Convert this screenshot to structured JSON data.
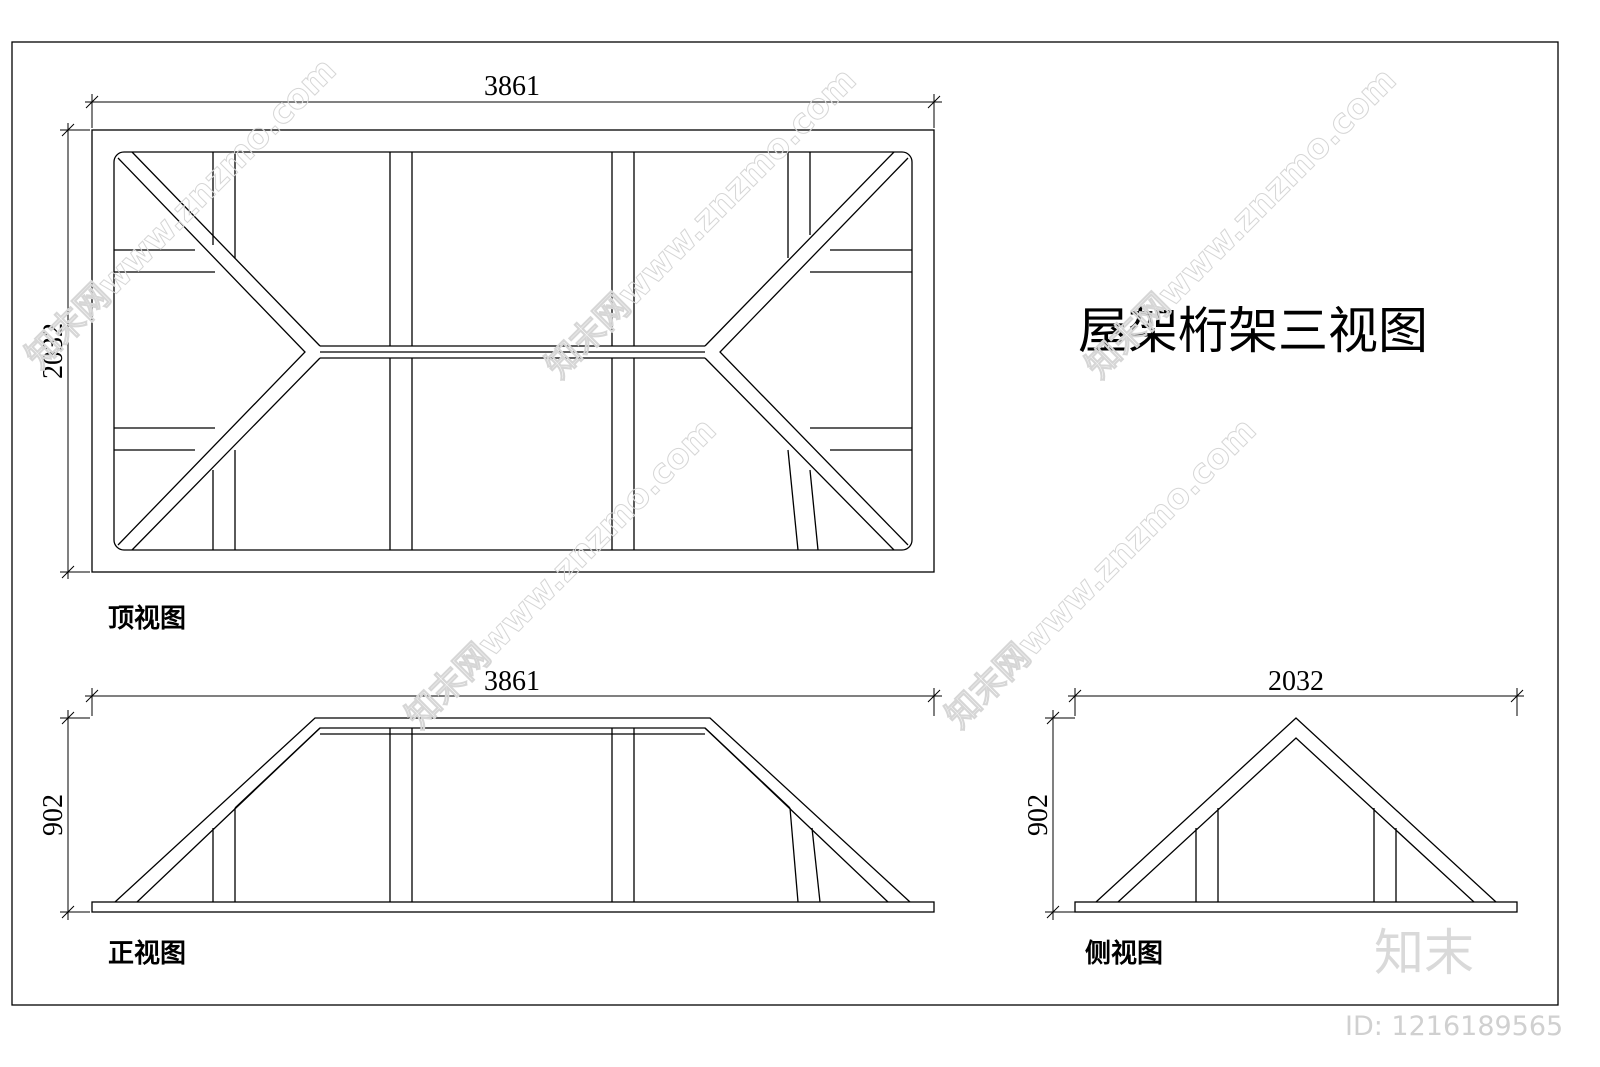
{
  "title": "屋架桁架三视图",
  "views": {
    "top": {
      "label": "顶视图",
      "width_dim": "3861",
      "height_dim": "2032"
    },
    "front": {
      "label": "正视图",
      "width_dim": "3861",
      "height_dim": "902"
    },
    "side": {
      "label": "侧视图",
      "width_dim": "2032",
      "height_dim": "902"
    }
  },
  "watermark": {
    "text": "知末网www.znzmo.com",
    "logo": "知末",
    "id": "ID: 1216189565"
  }
}
